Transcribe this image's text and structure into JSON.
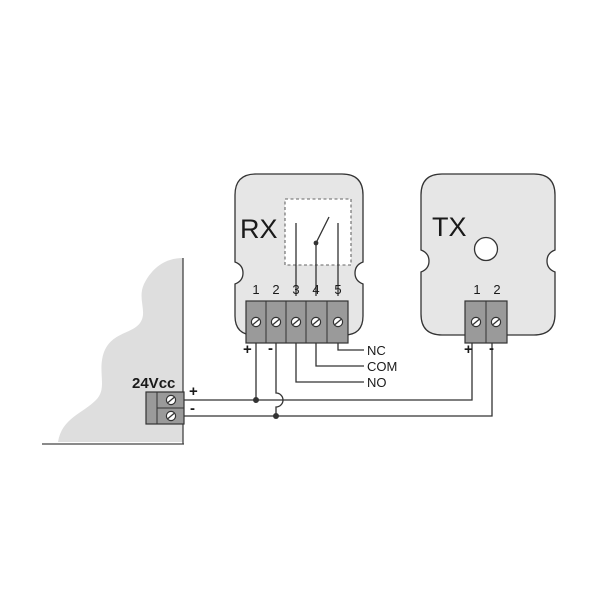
{
  "power": {
    "label": "24Vcc",
    "plus": "+",
    "minus": "-"
  },
  "rx": {
    "title": "RX",
    "terminals": [
      "1",
      "2",
      "3",
      "4",
      "5"
    ],
    "plus": "+",
    "minus": "-",
    "outputs": {
      "nc": "NC",
      "com": "COM",
      "no": "NO"
    }
  },
  "tx": {
    "title": "TX",
    "terminals": [
      "1",
      "2"
    ],
    "plus": "+",
    "minus": "-"
  },
  "colors": {
    "device_fill": "#e6e6e6",
    "wall_fill": "#dedede",
    "terminal_fill": "#9a9a9a",
    "line": "#333333"
  }
}
